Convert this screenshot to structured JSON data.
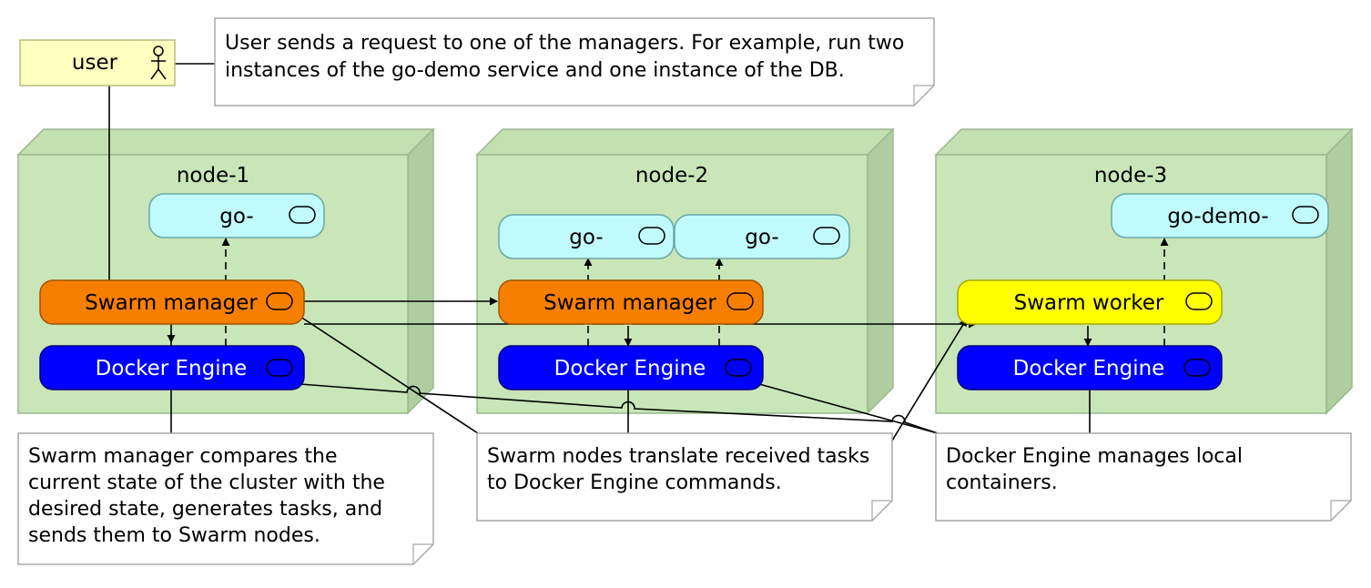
{
  "user": {
    "label": "user"
  },
  "notes": {
    "request": [
      "User sends a request to one of the managers. For example, run two",
      "instances of the go-demo service and one instance of the DB."
    ],
    "manager": [
      "Swarm manager compares the",
      "current state of the cluster with the",
      "desired state, generates tasks, and",
      "sends them to Swarm nodes."
    ],
    "translate": [
      "Swarm nodes translate received tasks",
      "to Docker Engine commands."
    ],
    "engine": [
      "Docker Engine manages local",
      "containers."
    ]
  },
  "nodes": [
    {
      "title": "node-1",
      "services": [
        "go-"
      ],
      "role": "Swarm manager",
      "engine": "Docker Engine"
    },
    {
      "title": "node-2",
      "services": [
        "go-",
        "go-"
      ],
      "role": "Swarm manager",
      "engine": "Docker Engine"
    },
    {
      "title": "node-3",
      "services": [
        "go-demo-"
      ],
      "role": "Swarm worker",
      "engine": "Docker Engine"
    }
  ],
  "colors": {
    "node_fill": "#c8e6b8",
    "node_side": "#b0cda0",
    "service_fill": "#c0fafc",
    "manager_fill": "#f77f00",
    "worker_fill": "#ffff00",
    "engine_fill": "#0000ff",
    "user_fill": "#ffffc0"
  }
}
